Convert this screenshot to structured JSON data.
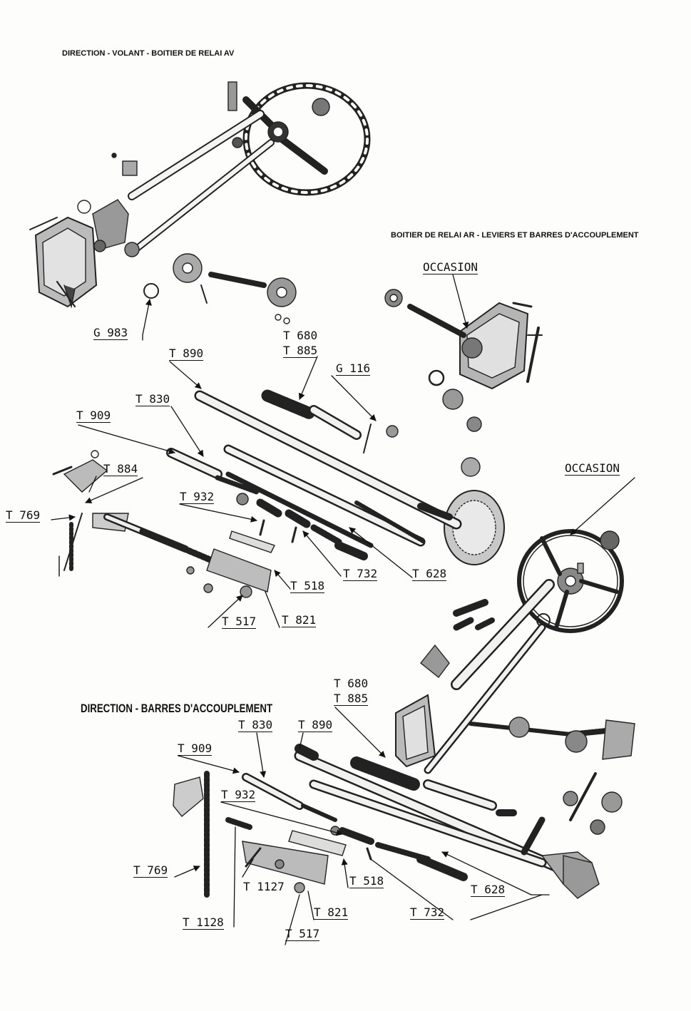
{
  "headings": {
    "top": "DIRECTION - VOLANT - BOITIER DE RELAI AV",
    "right": "BOITIER DE RELAI AR - LEVIERS ET BARRES D'ACCOUPLEMENT",
    "bottom": "DIRECTION - BARRES D'ACCOUPLEMENT"
  },
  "upper_labels": {
    "occasion": "OCCASION",
    "g983": "G 983",
    "t680": "T 680",
    "t885": "T 885",
    "g116": "G 116",
    "t890": "T 890",
    "t830": "T 830",
    "t909": "T 909",
    "t884": "T 884",
    "t769": "T 769",
    "t932": "T 932",
    "t732": "T 732",
    "t628": "T 628",
    "t518": "T 518",
    "t517": "T 517",
    "t821": "T 821"
  },
  "lower_labels": {
    "occasion": "OCCASION",
    "t680": "T 680",
    "t885": "T 885",
    "t830": "T 830",
    "t890": "T 890",
    "t909": "T 909",
    "t932": "T 932",
    "t769": "T 769",
    "t1127": "T 1127",
    "t518": "T 518",
    "t628": "T 628",
    "t1128": "T 1128",
    "t821": "T 821",
    "t732": "T 732",
    "t517": "T 517"
  }
}
